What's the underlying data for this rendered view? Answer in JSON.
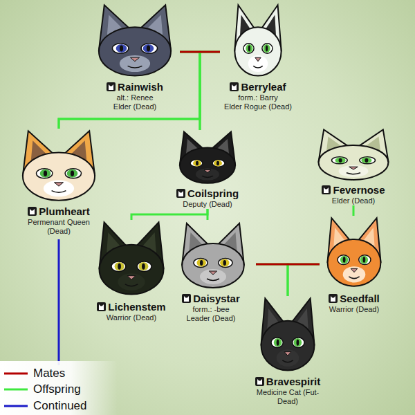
{
  "diagram": {
    "nodes": [
      {
        "text": [
          "Rainwish",
          "alt.: Renee",
          "Elder (Dead)"
        ]
      },
      {
        "text": [
          "Berryleaf",
          "form.: Barry",
          "Elder Rogue (Dead)"
        ]
      },
      {
        "text": [
          "Plumheart",
          "Permenant Queen (Dead)"
        ]
      },
      {
        "text": [
          "Coilspring",
          "Deputy (Dead)"
        ]
      },
      {
        "text": [
          "Fevernose",
          "Elder (Dead)"
        ]
      },
      {
        "text": [
          "Lichenstem",
          "Warrior (Dead)"
        ]
      },
      {
        "text": [
          "Daisystar",
          "form.: -bee",
          "Leader (Dead)"
        ]
      },
      {
        "text": [
          "Seedfall",
          "Warrior (Dead)"
        ]
      },
      {
        "text": [
          "Bravespirit",
          "Medicine Cat (Fut-Dead)"
        ]
      }
    ],
    "edges": [
      {
        "from": 0,
        "to": 1,
        "arrow": "none"
      },
      {
        "from": 0,
        "to": 3,
        "arrow": "none"
      },
      {
        "from": 1,
        "to": 3,
        "arrow": "none"
      },
      {
        "from": 0,
        "to": 2,
        "arrow": "none"
      },
      {
        "from": 1,
        "to": 2,
        "arrow": "none"
      },
      {
        "from": 3,
        "to": 5,
        "arrow": "none"
      },
      {
        "from": 3,
        "to": 6,
        "arrow": "none"
      },
      {
        "from": 4,
        "to": 7,
        "arrow": "none"
      },
      {
        "from": 6,
        "to": 7,
        "arrow": "none"
      },
      {
        "from": 6,
        "to": 8,
        "arrow": "none"
      },
      {
        "from": 7,
        "to": 8,
        "arrow": "none"
      }
    ],
    "legend": [
      {
        "text": "Mates"
      },
      {
        "text": "Offspring"
      },
      {
        "text": "Continued"
      }
    ]
  }
}
